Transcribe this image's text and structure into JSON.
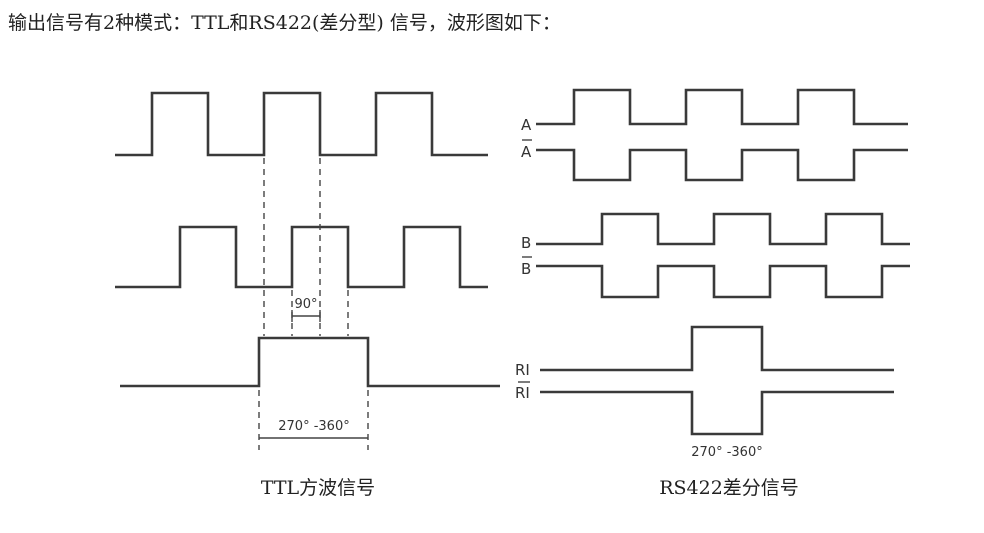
{
  "heading": "输出信号有2种模式：TTL和RS422(差分型) 信号，波形图如下：",
  "ttl": {
    "phase_label": "90°",
    "index_label": "270° -360°",
    "caption": "TTL方波信号"
  },
  "rs422": {
    "labels": {
      "a": "A",
      "a_bar": "A",
      "b": "B",
      "b_bar": "B",
      "ri": "RI",
      "ri_bar": "RI"
    },
    "index_label": "270° -360°",
    "caption": "RS422差分信号"
  }
}
